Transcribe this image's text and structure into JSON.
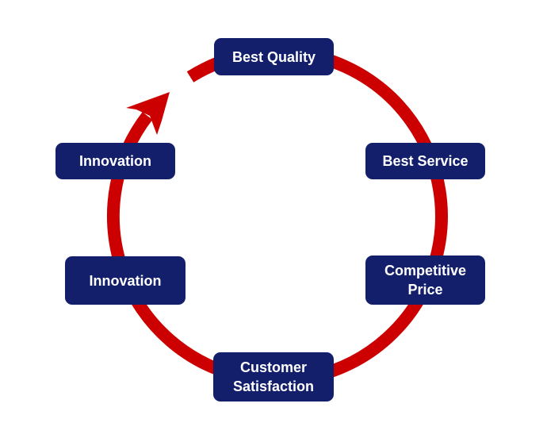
{
  "colors": {
    "cycle": "#cc0000",
    "box": "#131f6b",
    "text": "#ffffff"
  },
  "nodes": [
    {
      "label": "Best Quality"
    },
    {
      "label": "Best  Service"
    },
    {
      "label": "Competitive\nPrice"
    },
    {
      "label": "Customer\nSatisfaction"
    },
    {
      "label": "Innovation"
    },
    {
      "label": "Innovation"
    }
  ]
}
